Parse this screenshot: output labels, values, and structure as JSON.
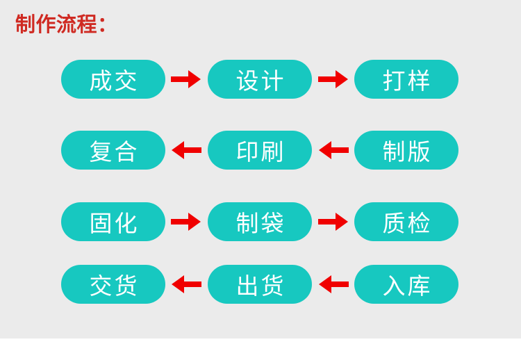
{
  "title": "制作流程：",
  "colors": {
    "background": "#ebebeb",
    "page": "#ffffff",
    "node_fill": "#17c8c0",
    "node_text": "#ffffff",
    "title_text": "#cf2a22",
    "arrow": "#f00000"
  },
  "diagram": {
    "type": "flowchart-boustrophedon",
    "rows": [
      {
        "direction": "left-to-right",
        "arrow_icon": "arrow-right-icon",
        "nodes": [
          {
            "label": "成交"
          },
          {
            "label": "设计"
          },
          {
            "label": "打样"
          }
        ]
      },
      {
        "direction": "right-to-left",
        "arrow_icon": "arrow-left-icon",
        "nodes": [
          {
            "label": "复合"
          },
          {
            "label": "印刷"
          },
          {
            "label": "制版"
          }
        ]
      },
      {
        "direction": "left-to-right",
        "arrow_icon": "arrow-right-icon",
        "nodes": [
          {
            "label": "固化"
          },
          {
            "label": "制袋"
          },
          {
            "label": "质检"
          }
        ]
      },
      {
        "direction": "right-to-left",
        "arrow_icon": "arrow-left-icon",
        "nodes": [
          {
            "label": "交货"
          },
          {
            "label": "出货"
          },
          {
            "label": "入库"
          }
        ]
      }
    ]
  }
}
